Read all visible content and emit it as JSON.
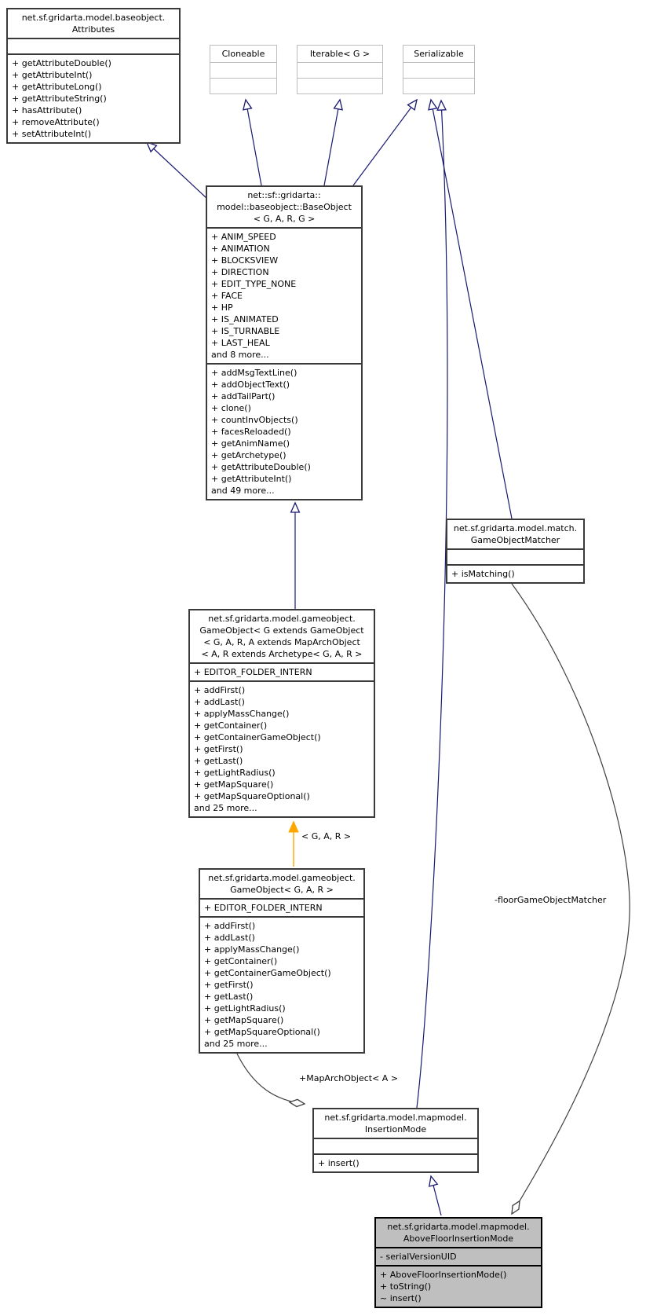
{
  "diagram": {
    "kind": "uml-class-collaboration-diagram",
    "colors": {
      "generalization_edge": "#191970",
      "aggregation_edge": "#404040",
      "template_edge": "#ffa500",
      "node_border": "#3a3a3a",
      "external_node_border": "#bdbdbd",
      "highlight_node_fill": "#bfbfbf",
      "node_fill": "#ffffff"
    },
    "nodes": {
      "attributes": {
        "title_lines": [
          "net.sf.gridarta.model.baseobject.",
          "Attributes"
        ],
        "fields": [],
        "methods": [
          "+ getAttributeDouble()",
          "+ getAttributeInt()",
          "+ getAttributeLong()",
          "+ getAttributeString()",
          "+ hasAttribute()",
          "+ removeAttribute()",
          "+ setAttributeInt()"
        ]
      },
      "cloneable": {
        "title_lines": [
          "Cloneable"
        ],
        "fields": [],
        "methods": []
      },
      "iterable": {
        "title_lines": [
          "Iterable< G >"
        ],
        "fields": [],
        "methods": []
      },
      "serializable": {
        "title_lines": [
          "Serializable"
        ],
        "fields": [],
        "methods": []
      },
      "baseobject": {
        "title_lines": [
          "net::sf::gridarta::",
          "model::baseobject::BaseObject",
          "< G, A, R, G >"
        ],
        "fields": [
          "+ ANIM_SPEED",
          "+ ANIMATION",
          "+ BLOCKSVIEW",
          "+ DIRECTION",
          "+ EDIT_TYPE_NONE",
          "+ FACE",
          "+ HP",
          "+ IS_ANIMATED",
          "+ IS_TURNABLE",
          "+ LAST_HEAL",
          "and 8 more..."
        ],
        "methods": [
          "+ addMsgTextLine()",
          "+ addObjectText()",
          "+ addTailPart()",
          "+ clone()",
          "+ countInvObjects()",
          "+ facesReloaded()",
          "+ getAnimName()",
          "+ getArchetype()",
          "+ getAttributeDouble()",
          "+ getAttributeInt()",
          "and 49 more..."
        ]
      },
      "gameobjectmatcher": {
        "title_lines": [
          "net.sf.gridarta.model.match.",
          "GameObjectMatcher"
        ],
        "fields": [],
        "methods": [
          "+ isMatching()"
        ]
      },
      "gameobject_generic": {
        "title_lines": [
          "net.sf.gridarta.model.gameobject.",
          "GameObject< G extends GameObject",
          "< G, A, R, A extends MapArchObject",
          "< A, R extends Archetype< G, A, R >"
        ],
        "fields": [
          "+ EDITOR_FOLDER_INTERN"
        ],
        "methods": [
          "+ addFirst()",
          "+ addLast()",
          "+ applyMassChange()",
          "+ getContainer()",
          "+ getContainerGameObject()",
          "+ getFirst()",
          "+ getLast()",
          "+ getLightRadius()",
          "+ getMapSquare()",
          "+ getMapSquareOptional()",
          "and 25 more..."
        ]
      },
      "gameobject_gar": {
        "title_lines": [
          "net.sf.gridarta.model.gameobject.",
          "GameObject< G, A, R >"
        ],
        "fields": [
          "+ EDITOR_FOLDER_INTERN"
        ],
        "methods": [
          "+ addFirst()",
          "+ addLast()",
          "+ applyMassChange()",
          "+ getContainer()",
          "+ getContainerGameObject()",
          "+ getFirst()",
          "+ getLast()",
          "+ getLightRadius()",
          "+ getMapSquare()",
          "+ getMapSquareOptional()",
          "and 25 more..."
        ]
      },
      "insertionmode": {
        "title_lines": [
          "net.sf.gridarta.model.mapmodel.",
          "InsertionMode"
        ],
        "fields": [],
        "methods": [
          "+ insert()"
        ]
      },
      "abovefloorinsertionmode": {
        "title_lines": [
          "net.sf.gridarta.model.mapmodel.",
          "AboveFloorInsertionMode"
        ],
        "fields": [
          "- serialVersionUID"
        ],
        "methods": [
          "+ AboveFloorInsertionMode()",
          "+ toString()",
          "~ insert()"
        ]
      }
    },
    "edge_labels": {
      "template_args": "< G, A, R >",
      "map_arch_object": "+MapArchObject< A >",
      "floor_game_object_matcher": "-floorGameObjectMatcher"
    }
  }
}
